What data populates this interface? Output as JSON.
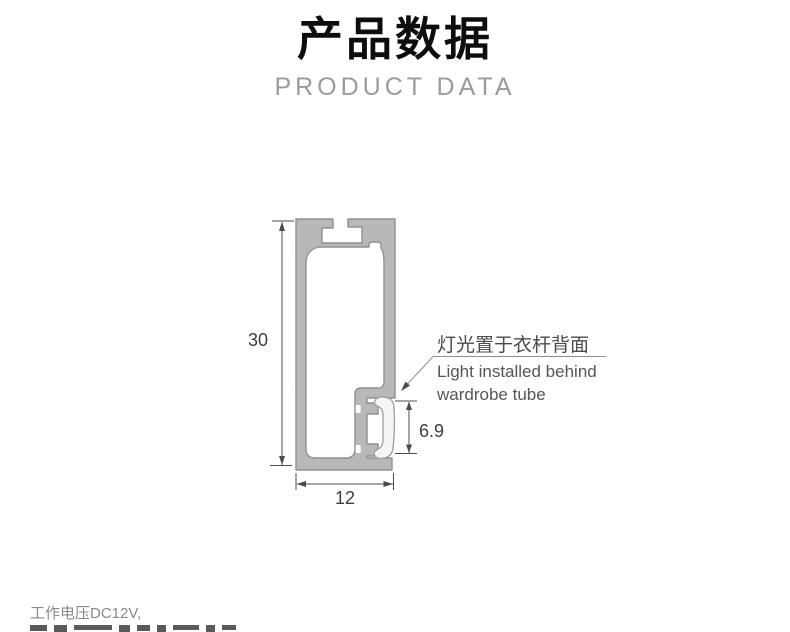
{
  "header": {
    "title": "产品数据",
    "subtitle": "PRODUCT DATA"
  },
  "diagram": {
    "type": "technical-cross-section",
    "subject": "aluminum wardrobe tube light profile",
    "dimensions": {
      "height": "30",
      "width": "12",
      "lens_height": "6.9"
    },
    "callout": {
      "line_cn": "灯光置于衣杆背面",
      "line_en1": "Light installed behind",
      "line_en2": "wardrobe tube"
    }
  },
  "footer": {
    "spec_note": "工作电压DC12V,"
  },
  "colors": {
    "profile_fill": "#b6b8ba",
    "profile_stroke": "#8e9093",
    "lens_fill": "#f5f5f5",
    "dimension_line": "#4c4c4c",
    "title": "#0d0d0d",
    "subtitle": "#9b9b9b",
    "note_text": "#8a8a8a"
  }
}
